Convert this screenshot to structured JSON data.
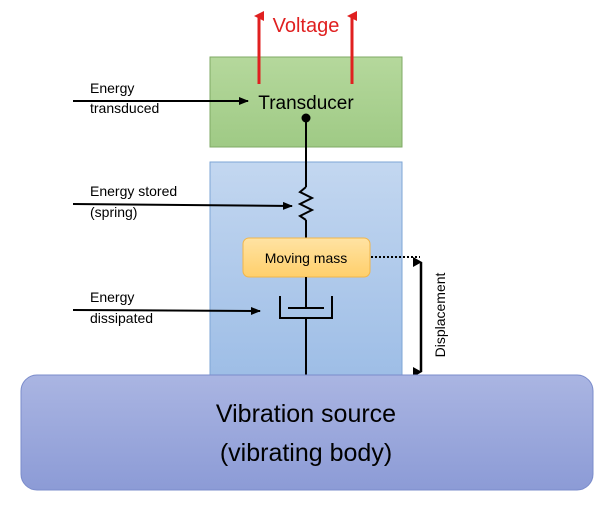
{
  "labels": {
    "voltage": "Voltage",
    "transducer": "Transducer",
    "moving_mass": "Moving mass",
    "displacement": "Displacement",
    "vibration_source_line1": "Vibration source",
    "vibration_source_line2": "(vibrating body)"
  },
  "annotations": {
    "energy_transduced": [
      "Energy",
      "transduced"
    ],
    "energy_stored": [
      "Energy stored",
      "(spring)"
    ],
    "energy_dissipated": [
      "Energy",
      "dissipated"
    ]
  },
  "colors": {
    "voltage_red": "#e02020",
    "transducer_fill": "#a9d08e",
    "transducer_stroke": "#7faa64",
    "housing_fill": "#a9c6ea",
    "housing_stroke": "#7ea6d6",
    "mass_fill": "#ffd580",
    "mass_stroke": "#f2b64a",
    "source_fill": "#9aa8dc",
    "source_stroke": "#7b8ccb"
  }
}
